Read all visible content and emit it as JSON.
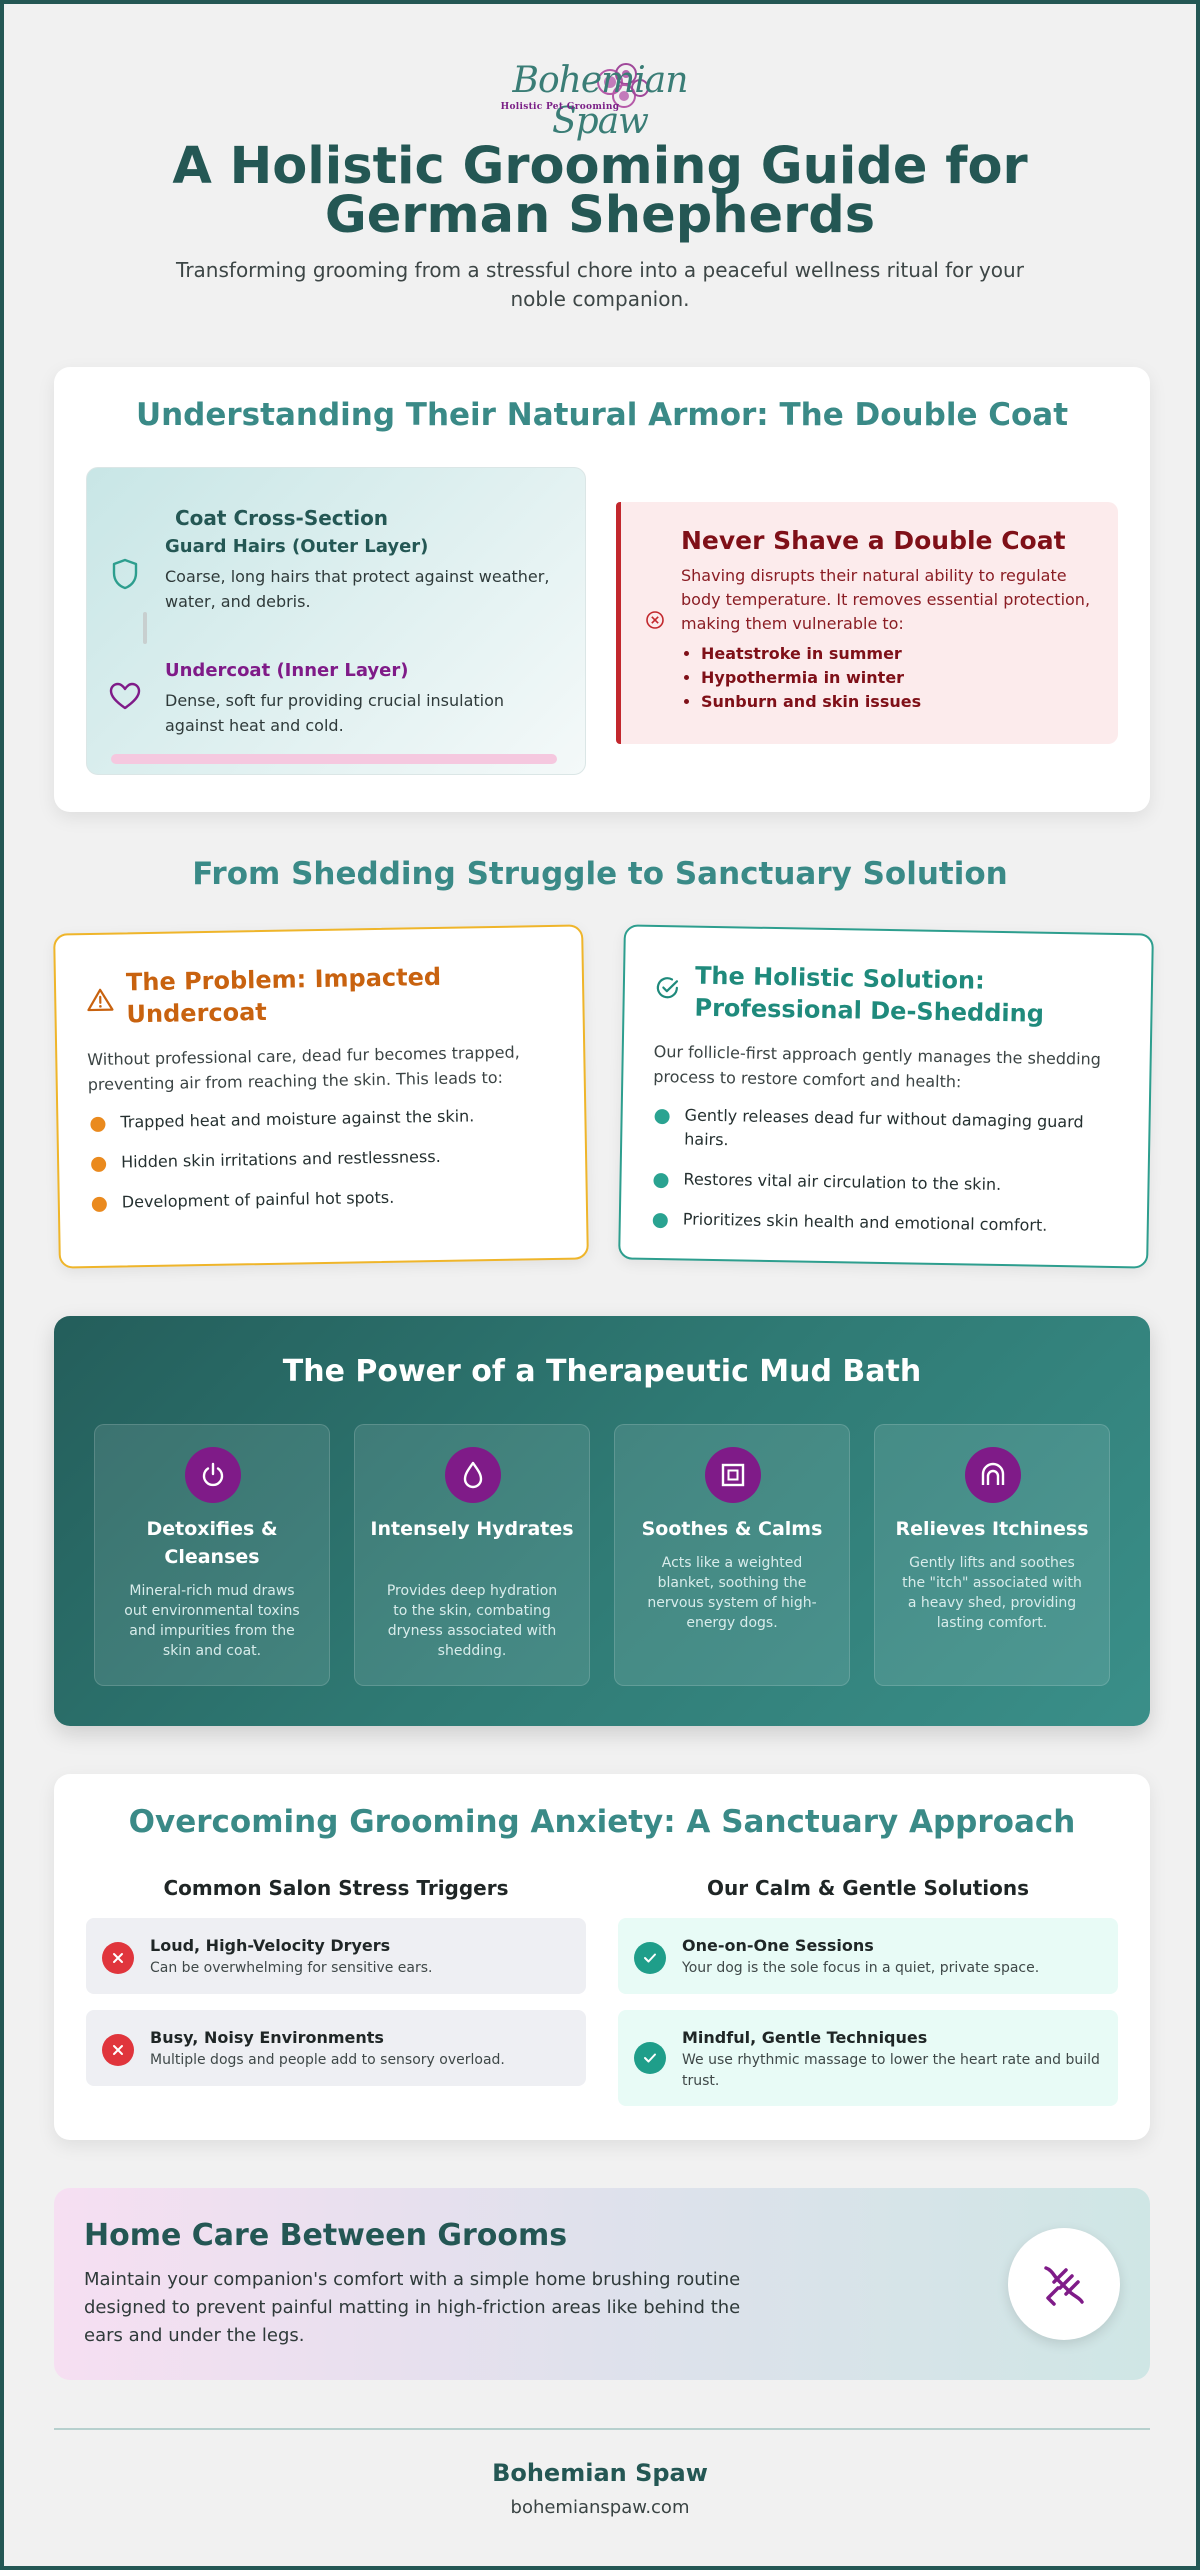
{
  "brand": {
    "logo_name": "Bohemian Spaw",
    "logo_tagline": "Holistic Pet Grooming"
  },
  "header": {
    "title": "A Holistic Grooming Guide for German Shepherds",
    "subtitle": "Transforming grooming from a stressful chore into a peaceful wellness ritual for your noble companion."
  },
  "double_coat": {
    "title": "Understanding Their Natural Armor: The Double Coat",
    "cross_section_title": "Coat Cross-Section",
    "layers": [
      {
        "name": "Guard Hairs (Outer Layer)",
        "desc": "Coarse, long hairs that protect against weather, water, and debris.",
        "icon": "shield-icon",
        "color": "#245754"
      },
      {
        "name": "Undercoat (Inner Layer)",
        "desc": "Dense, soft fur providing crucial insulation against heat and cold.",
        "icon": "heart-icon",
        "color": "#7f1b88"
      }
    ],
    "warning": {
      "title": "Never Shave a Double Coat",
      "text": "Shaving disrupts their natural ability to regulate body temperature. It removes essential protection, making them vulnerable to:",
      "items": [
        "Heatstroke in summer",
        "Hypothermia in winter",
        "Sunburn and skin issues"
      ]
    }
  },
  "shedding": {
    "title": "From Shedding Struggle to Sanctuary Solution",
    "problem": {
      "title": "The Problem: Impacted Undercoat",
      "intro": "Without professional care, dead fur becomes trapped, preventing air from reaching the skin. This leads to:",
      "items": [
        "Trapped heat and moisture against the skin.",
        "Hidden skin irritations and restlessness.",
        "Development of painful hot spots."
      ],
      "color": "#c8620f",
      "dot_color": "#ea8a1e"
    },
    "solution": {
      "title": "The Holistic Solution: Professional De-Shedding",
      "intro": "Our follicle-first approach gently manages the shedding process to restore comfort and health:",
      "items": [
        "Gently releases dead fur without damaging guard hairs.",
        "Restores vital air circulation to the skin.",
        "Prioritizes skin health and emotional comfort."
      ],
      "color": "#1f8a7c",
      "dot_color": "#2aa391"
    }
  },
  "mud_bath": {
    "title": "The Power of a Therapeutic Mud Bath",
    "benefits": [
      {
        "title": "Detoxifies & Cleanses",
        "desc": "Mineral-rich mud draws out environmental toxins and impurities from the skin and coat.",
        "icon": "power-icon"
      },
      {
        "title": "Intensely Hydrates",
        "desc": "Provides deep hydration to the skin, combating dryness associated with shedding.",
        "icon": "droplet-icon"
      },
      {
        "title": "Soothes & Calms",
        "desc": "Acts like a weighted blanket, soothing the nervous system of high-energy dogs.",
        "icon": "square-icon"
      },
      {
        "title": "Relieves Itchiness",
        "desc": "Gently lifts and soothes the \"itch\" associated with a heavy shed, providing lasting comfort.",
        "icon": "arches-icon"
      }
    ]
  },
  "anxiety": {
    "title": "Overcoming Grooming Anxiety: A Sanctuary Approach",
    "triggers_head": "Common Salon Stress Triggers",
    "solutions_head": "Our Calm & Gentle Solutions",
    "triggers": [
      {
        "title": "Loud, High-Velocity Dryers",
        "desc": "Can be overwhelming for sensitive ears."
      },
      {
        "title": "Busy, Noisy Environments",
        "desc": "Multiple dogs and people add to sensory overload."
      }
    ],
    "solutions": [
      {
        "title": "One-on-One Sessions",
        "desc": "Your dog is the sole focus in a quiet, private space."
      },
      {
        "title": "Mindful, Gentle Techniques",
        "desc": "We use rhythmic massage to lower the heart rate and build trust."
      }
    ]
  },
  "home_care": {
    "title": "Home Care Between Grooms",
    "text": "Maintain your companion's comfort with a simple home brushing routine designed to prevent painful matting in high-friction areas like behind the ears and under the legs.",
    "icon": "brush-icon"
  },
  "footer": {
    "brand": "Bohemian Spaw",
    "url": "bohemianspaw.com"
  },
  "colors": {
    "primary": "#245754",
    "accent": "#3a8a87",
    "purple": "#7f1b88",
    "danger": "#c2272d",
    "warning": "#efb52a",
    "success": "#2d9e8e"
  }
}
